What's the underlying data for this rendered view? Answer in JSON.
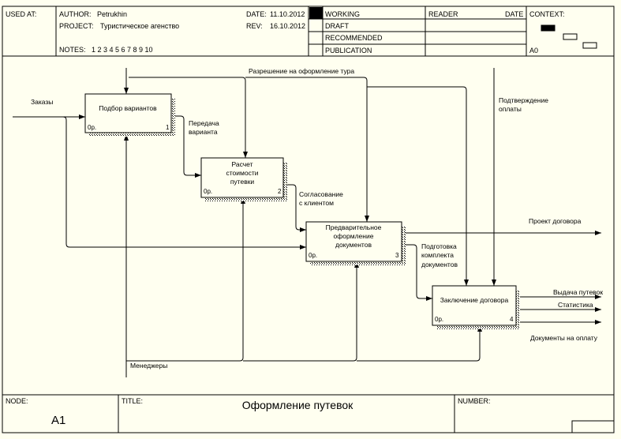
{
  "header": {
    "used_at_label": "USED AT:",
    "author_label": "AUTHOR:",
    "author": "Petrukhin",
    "project_label": "PROJECT:",
    "project": "Туристическое агенство",
    "date_label": "DATE:",
    "date": "11.10.2012",
    "rev_label": "REV:",
    "rev": "16.10.2012",
    "notes_label": "NOTES:",
    "notes": "1 2 3 4 5 6 7 8 9 10",
    "status": [
      "WORKING",
      "DRAFT",
      "RECOMMENDED",
      "PUBLICATION"
    ],
    "reader_label": "READER",
    "date2_label": "DATE",
    "context_label": "CONTEXT:",
    "context_node": "A0"
  },
  "boxes": [
    {
      "title": [
        "Подбор вариантов"
      ],
      "cost": "0р.",
      "num": "1"
    },
    {
      "title": [
        "Расчет",
        "стоимости",
        "путевки"
      ],
      "cost": "0р.",
      "num": "2"
    },
    {
      "title": [
        "Предварительное",
        "оформление",
        "документов"
      ],
      "cost": "0р.",
      "num": "3"
    },
    {
      "title": [
        "Заключение договора"
      ],
      "cost": "0р.",
      "num": "4"
    }
  ],
  "arrows": {
    "orders": "Заказы",
    "permission": "Разрешение на оформление тура",
    "payment_confirm": [
      "Подтверждение",
      "оплаты"
    ],
    "transfer": [
      "Передача",
      "варианта"
    ],
    "agreement": [
      "Согласование",
      "с клиентом"
    ],
    "prep": [
      "Подготовка",
      "комплекта",
      "документов"
    ],
    "contract_draft": "Проект договора",
    "vouchers": "Выдача путевок",
    "stats": "Статистика",
    "pay_docs": "Документы на оплату",
    "managers": "Менеджеры"
  },
  "footer": {
    "node_label": "NODE:",
    "node": "A1",
    "title_label": "TITLE:",
    "title": "Оформление путевок",
    "number_label": "NUMBER:"
  }
}
